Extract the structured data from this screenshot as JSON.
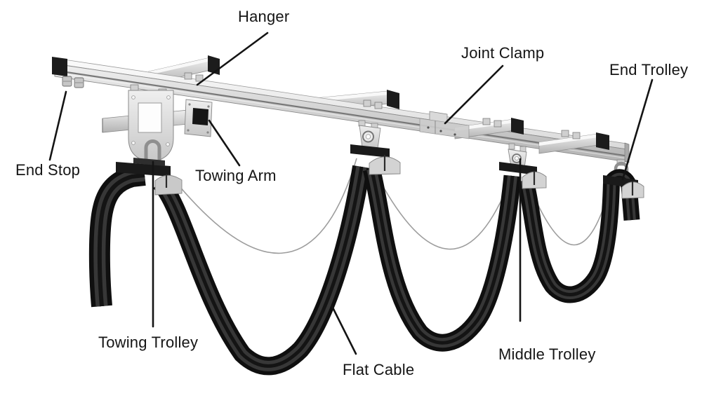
{
  "figure": {
    "type": "technical-diagram",
    "subject": "Festoon C-track flat cable trolley system",
    "background_color": "#ffffff",
    "label_text_color": "#151515",
    "leader_line_color": "#141414",
    "cable_color": "#111111",
    "metal_light_color": "#ededed",
    "metal_mid_color": "#c2c2c2",
    "metal_dark_cap_color": "#1c1c1c",
    "support_wire_color": "#9d9d9d"
  },
  "labels": {
    "hanger": "Hanger",
    "joint_clamp": "Joint Clamp",
    "end_trolley": "End Trolley",
    "end_stop": "End Stop",
    "towing_arm": "Towing Arm",
    "towing_trolley": "Towing Trolley",
    "flat_cable": "Flat Cable",
    "middle_trolley": "Middle Trolley"
  }
}
